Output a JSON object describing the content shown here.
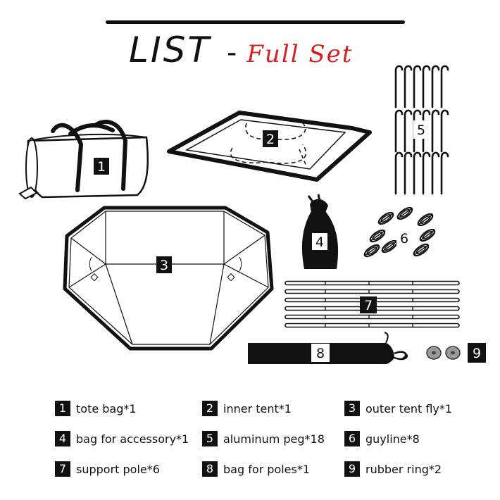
{
  "title": {
    "main": "LIST",
    "dash": "-",
    "sub": "Full Set",
    "sub_color": "#d42020"
  },
  "illustration_labels": [
    "1",
    "2",
    "3",
    "4",
    "5",
    "6",
    "7",
    "8",
    "9"
  ],
  "items": [
    {
      "num": "1",
      "label": "tote bag*1",
      "icon": "tote-bag-icon"
    },
    {
      "num": "2",
      "label": "inner tent*1",
      "icon": "inner-tent-icon"
    },
    {
      "num": "3",
      "label": "outer tent fly*1",
      "icon": "outer-tent-fly-icon"
    },
    {
      "num": "4",
      "label": "bag for accessory*1",
      "icon": "accessory-bag-icon"
    },
    {
      "num": "5",
      "label": "aluminum peg*18",
      "icon": "peg-icon"
    },
    {
      "num": "6",
      "label": "guyline*8",
      "icon": "guyline-icon"
    },
    {
      "num": "7",
      "label": "support pole*6",
      "icon": "pole-icon"
    },
    {
      "num": "8",
      "label": "bag for poles*1",
      "icon": "pole-bag-icon"
    },
    {
      "num": "9",
      "label": "rubber ring*2",
      "icon": "rubber-ring-icon"
    }
  ],
  "colors": {
    "ink": "#111111",
    "accent": "#d42020",
    "ring": "#9a9a9a"
  }
}
